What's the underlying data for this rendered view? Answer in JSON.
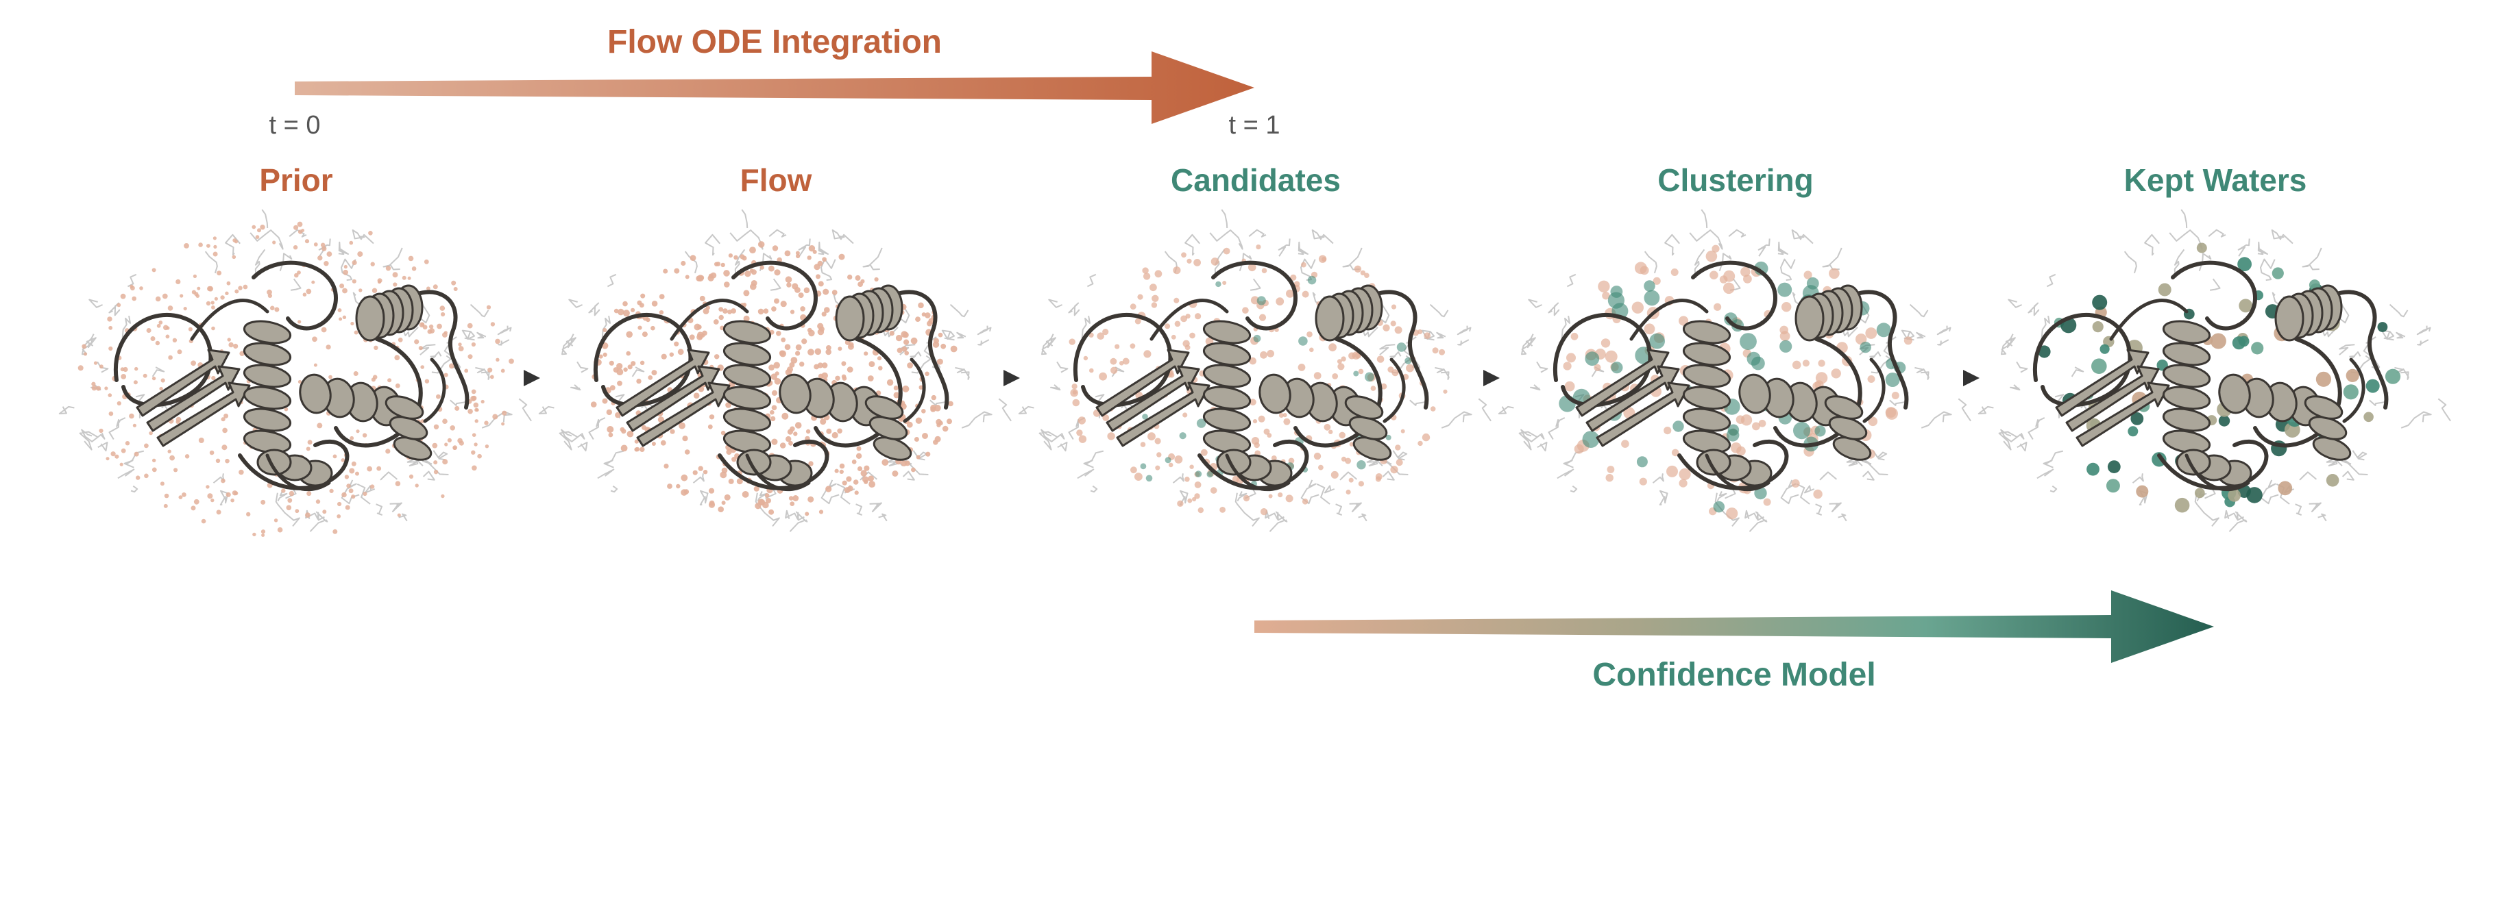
{
  "colors": {
    "flow": "#c0623c",
    "flow_light": "#e0b39c",
    "conf_mid": "#a8a58a",
    "conf": "#3f8876",
    "conf_dark": "#255e50",
    "ribbon_fill": "#aba69a",
    "ribbon_stroke": "#3b3733",
    "ligand": "#c8c8c8",
    "particle": "#e3b09a",
    "separator": "#333333"
  },
  "top_arrow": {
    "label": "Flow ODE Integration",
    "start_label": "t = 0",
    "end_label": "t = 1"
  },
  "bottom_arrow": {
    "label": "Confidence Model"
  },
  "stages": [
    {
      "title": "Prior",
      "icon": "protein-structure-with-scattered-prior-waters"
    },
    {
      "title": "Flow",
      "icon": "protein-structure-with-flowing-waters"
    },
    {
      "title": "Candidates",
      "icon": "protein-structure-with-candidate-waters"
    },
    {
      "title": "Clustering",
      "icon": "protein-structure-with-clustered-waters"
    },
    {
      "title": "Kept Waters",
      "icon": "protein-structure-with-kept-waters"
    }
  ],
  "separator_icon": "triangle-right-icon"
}
